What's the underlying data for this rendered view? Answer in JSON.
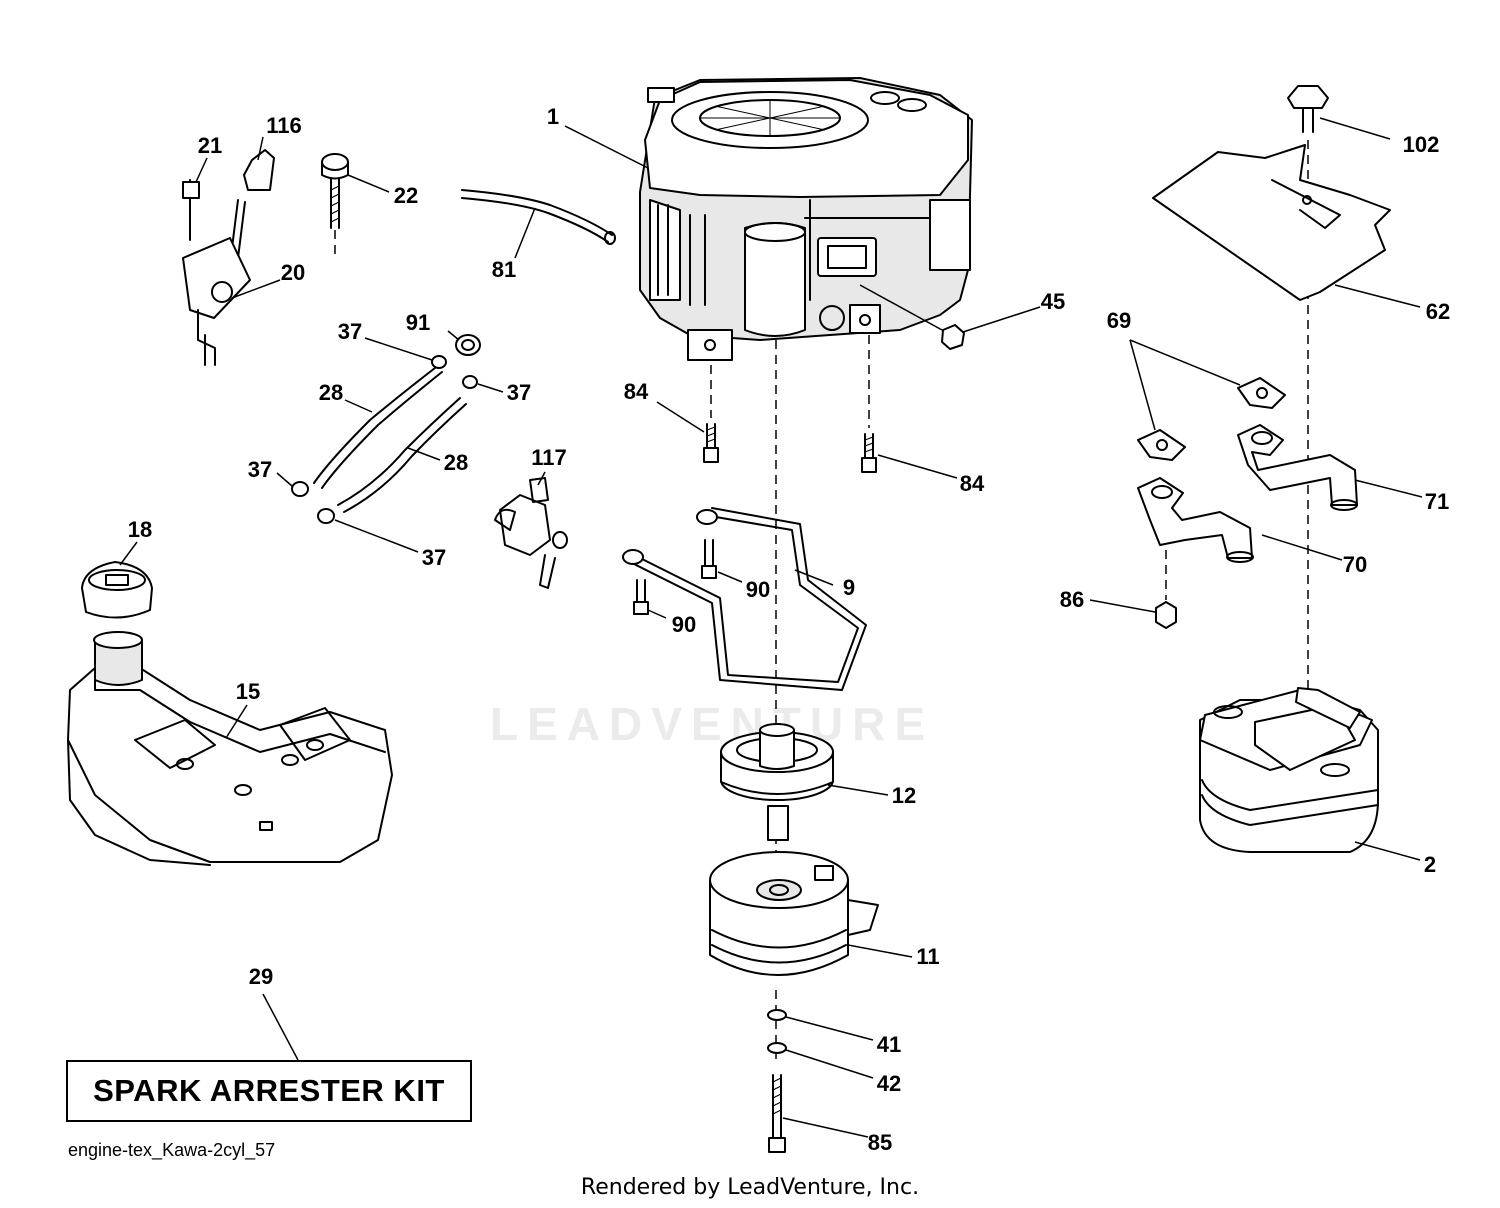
{
  "diagram": {
    "watermark": "LEADVENTURE",
    "drawing_id": "engine-tex_Kawa-2cyl_57",
    "footer_credit": "Rendered by LeadVenture, Inc.",
    "kit_box_label": "SPARK ARRESTER KIT",
    "part_labels": {
      "p1": "1",
      "p2": "2",
      "p9": "9",
      "p11": "11",
      "p12": "12",
      "p15": "15",
      "p18": "18",
      "p20": "20",
      "p21": "21",
      "p22": "22",
      "p28a": "28",
      "p28b": "28",
      "p29": "29",
      "p37a": "37",
      "p37b": "37",
      "p37c": "37",
      "p37d": "37",
      "p41": "41",
      "p42": "42",
      "p45": "45",
      "p62": "62",
      "p69": "69",
      "p70": "70",
      "p71": "71",
      "p81": "81",
      "p84a": "84",
      "p84b": "84",
      "p85": "85",
      "p86": "86",
      "p90a": "90",
      "p90b": "90",
      "p91": "91",
      "p102": "102",
      "p116": "116",
      "p117": "117"
    }
  }
}
